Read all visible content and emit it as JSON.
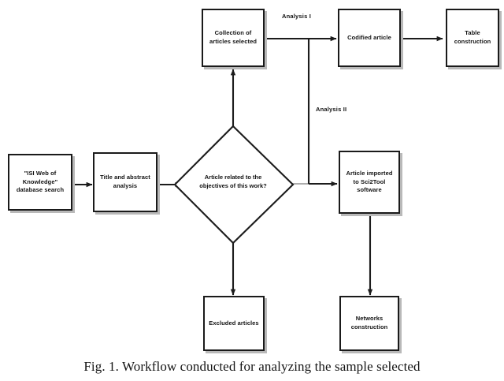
{
  "figure": {
    "caption": "Fig. 1. Workflow conducted for analyzing the sample selected"
  },
  "colors": {
    "stroke": "#1a1a1a",
    "node_fill": "#ffffff",
    "shadow": "#b9b9b9",
    "text": "#111111",
    "page_background": "#ffffff"
  },
  "diagram": {
    "type": "flowchart",
    "orientation": "left-to-right",
    "nodes": [
      {
        "id": "database-search",
        "shape": "rectangle",
        "label": "\"ISI Web of\nKnowledge\"\ndatabase search"
      },
      {
        "id": "title-abstract-analysis",
        "shape": "rectangle",
        "label": "Title and abstract\nanalysis"
      },
      {
        "id": "decision-relevance",
        "shape": "diamond",
        "label": "Article related to the\nobjectives of this work?"
      },
      {
        "id": "collection-articles",
        "shape": "rectangle",
        "label": "Collection of\narticles selected"
      },
      {
        "id": "codified-article",
        "shape": "rectangle",
        "label": "Codified article"
      },
      {
        "id": "table-construction",
        "shape": "rectangle",
        "label": "Table\nconstruction"
      },
      {
        "id": "article-imported",
        "shape": "rectangle",
        "label": "Article imported\nto Sci2Tool\nsoftware"
      },
      {
        "id": "excluded-articles",
        "shape": "rectangle",
        "label": "Excluded articles"
      },
      {
        "id": "networks-construction",
        "shape": "rectangle",
        "label": "Networks\nconstruction"
      }
    ],
    "edge_labels": [
      {
        "id": "analysis-1",
        "label": "Analysis I"
      },
      {
        "id": "analysis-2",
        "label": "Analysis II"
      }
    ],
    "edges": [
      {
        "from": "database-search",
        "to": "title-abstract-analysis",
        "label": ""
      },
      {
        "from": "title-abstract-analysis",
        "to": "decision-relevance",
        "label": ""
      },
      {
        "from": "decision-relevance",
        "to": "collection-articles",
        "label": ""
      },
      {
        "from": "decision-relevance",
        "to": "excluded-articles",
        "label": ""
      },
      {
        "from": "collection-articles",
        "to": "codified-article",
        "label": "Analysis I"
      },
      {
        "from": "codified-article",
        "to": "table-construction",
        "label": ""
      },
      {
        "from": "collection-articles",
        "to": "article-imported",
        "label": "Analysis II"
      },
      {
        "from": "article-imported",
        "to": "networks-construction",
        "label": ""
      }
    ]
  }
}
